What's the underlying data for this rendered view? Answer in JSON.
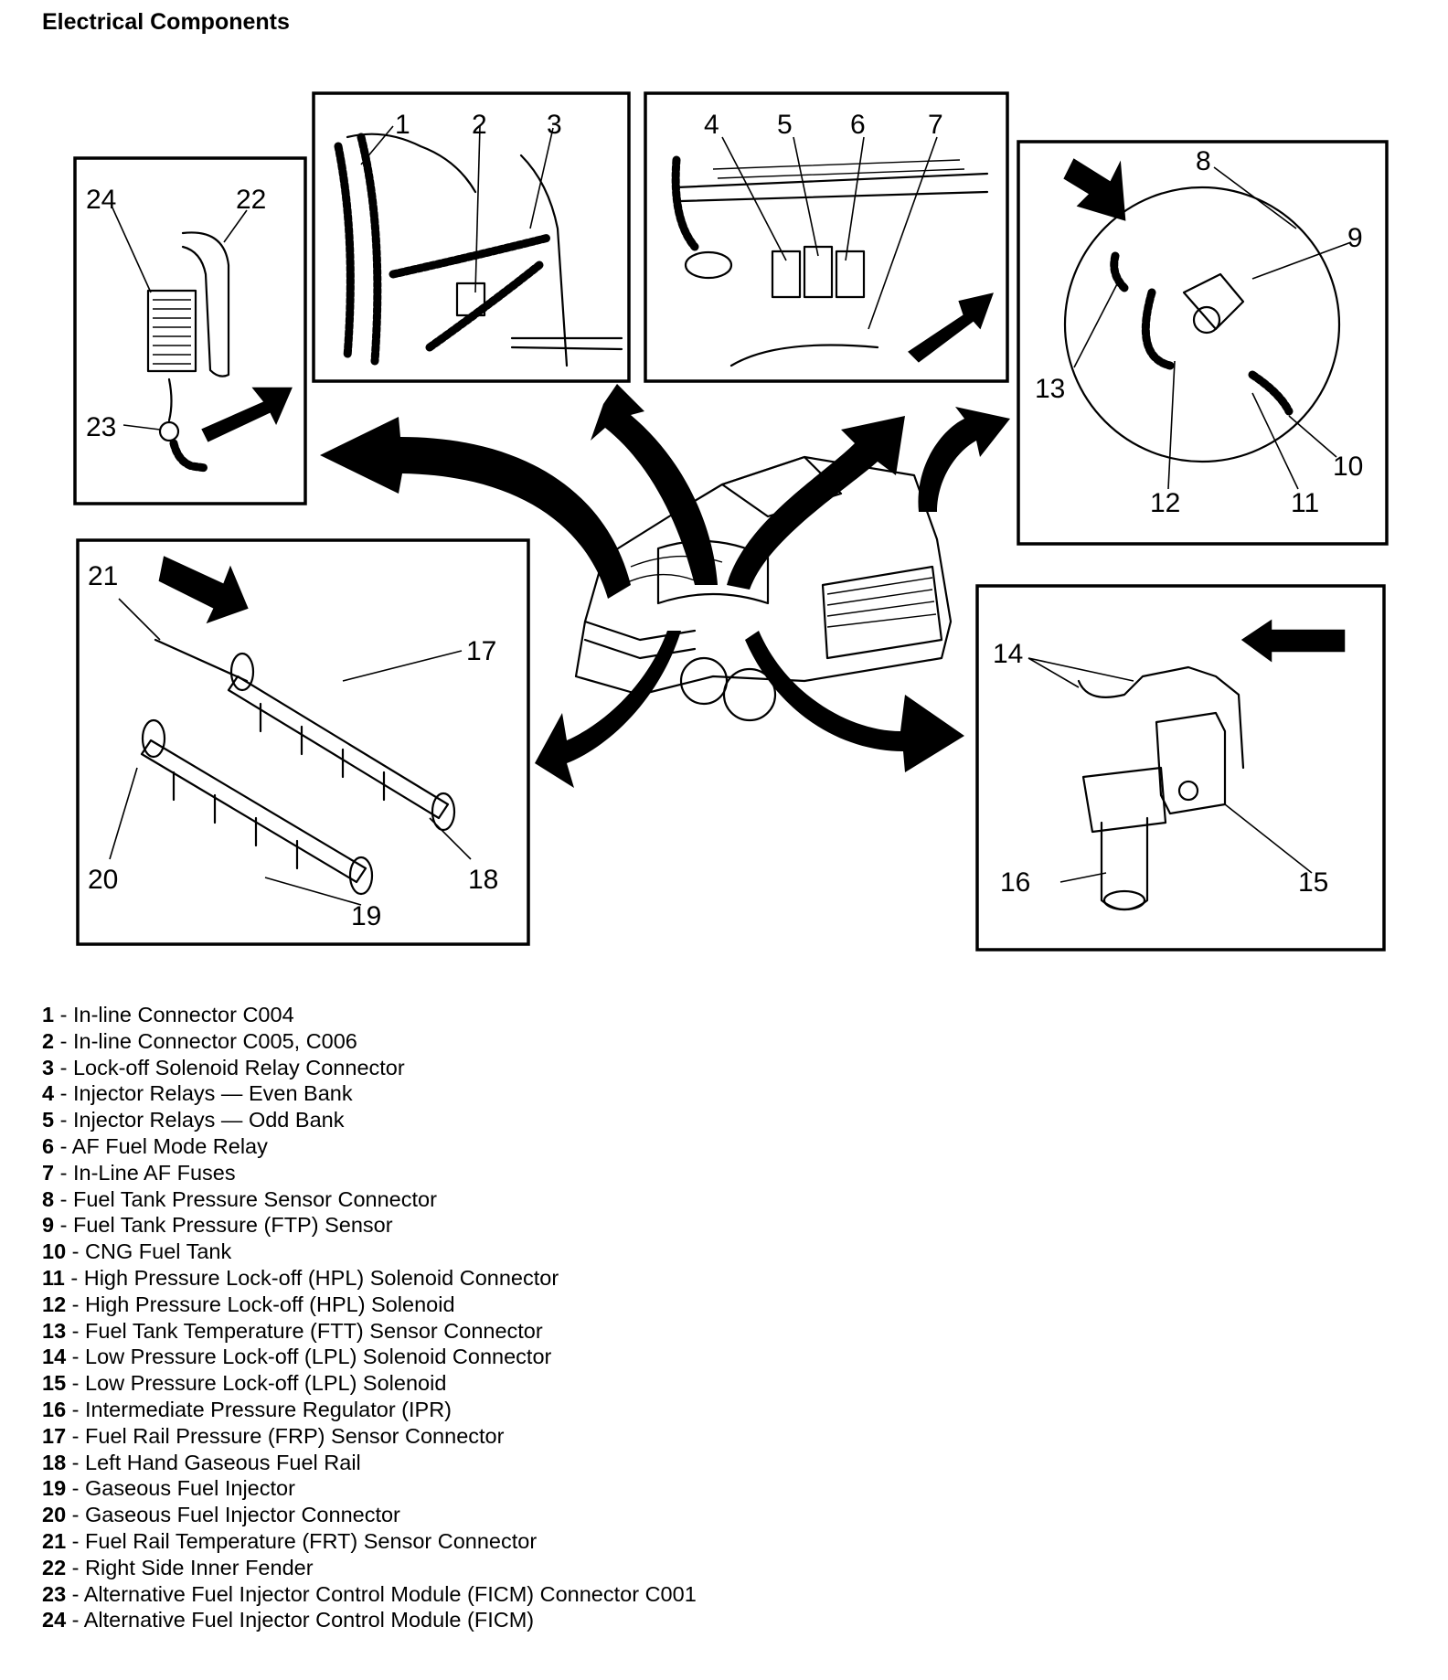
{
  "title": "Electrical Components",
  "callouts": {
    "c1": "1",
    "c2": "2",
    "c3": "3",
    "c4": "4",
    "c5": "5",
    "c6": "6",
    "c7": "7",
    "c8": "8",
    "c9": "9",
    "c10": "10",
    "c11": "11",
    "c12": "12",
    "c13": "13",
    "c14": "14",
    "c15": "15",
    "c16": "16",
    "c17": "17",
    "c18": "18",
    "c19": "19",
    "c20": "20",
    "c21": "21",
    "c22": "22",
    "c23": "23",
    "c24": "24"
  },
  "legend": [
    {
      "num": "1",
      "sep": " - ",
      "text": "In-line Connector C004"
    },
    {
      "num": "2",
      "sep": " - ",
      "text": "In-line Connector C005, C006"
    },
    {
      "num": "3",
      "sep": " - ",
      "text": "Lock-off Solenoid Relay Connector"
    },
    {
      "num": "4",
      "sep": " - ",
      "text": "Injector Relays — Even Bank"
    },
    {
      "num": "5",
      "sep": " - ",
      "text": "Injector Relays — Odd Bank"
    },
    {
      "num": "6",
      "sep": " - ",
      "text": "AF Fuel Mode Relay"
    },
    {
      "num": "7",
      "sep": " - ",
      "text": "In-Line AF Fuses"
    },
    {
      "num": "8",
      "sep": " - ",
      "text": "Fuel Tank Pressure Sensor Connector"
    },
    {
      "num": "9",
      "sep": " - ",
      "text": "Fuel Tank Pressure (FTP) Sensor"
    },
    {
      "num": "10",
      "sep": " - ",
      "text": "CNG Fuel Tank"
    },
    {
      "num": "11",
      "sep": " - ",
      "text": "High Pressure Lock-off (HPL) Solenoid Connector"
    },
    {
      "num": "12",
      "sep": " - ",
      "text": "High Pressure Lock-off (HPL) Solenoid"
    },
    {
      "num": "13",
      "sep": " - ",
      "text": "Fuel Tank Temperature (FTT) Sensor Connector"
    },
    {
      "num": "14",
      "sep": " - ",
      "text": "Low Pressure Lock-off (LPL) Solenoid Connector"
    },
    {
      "num": "15",
      "sep": " - ",
      "text": "Low Pressure Lock-off (LPL) Solenoid"
    },
    {
      "num": "16",
      "sep": " - ",
      "text": "Intermediate Pressure Regulator (IPR)"
    },
    {
      "num": "17",
      "sep": " - ",
      "text": "Fuel Rail Pressure (FRP) Sensor Connector"
    },
    {
      "num": "18",
      "sep": " - ",
      "text": "Left Hand Gaseous Fuel Rail"
    },
    {
      "num": "19",
      "sep": " - ",
      "text": "Gaseous Fuel Injector"
    },
    {
      "num": "20",
      "sep": " - ",
      "text": "Gaseous Fuel Injector Connector"
    },
    {
      "num": "21",
      "sep": " - ",
      "text": "Fuel Rail Temperature (FRT) Sensor Connector"
    },
    {
      "num": "22",
      "sep": " - ",
      "text": "Right Side Inner Fender"
    },
    {
      "num": "23",
      "sep": " - ",
      "text": "Alternative Fuel Injector Control Module (FICM) Connector C001"
    },
    {
      "num": "24",
      "sep": " - ",
      "text": "Alternative Fuel Injector Control Module (FICM)"
    }
  ]
}
